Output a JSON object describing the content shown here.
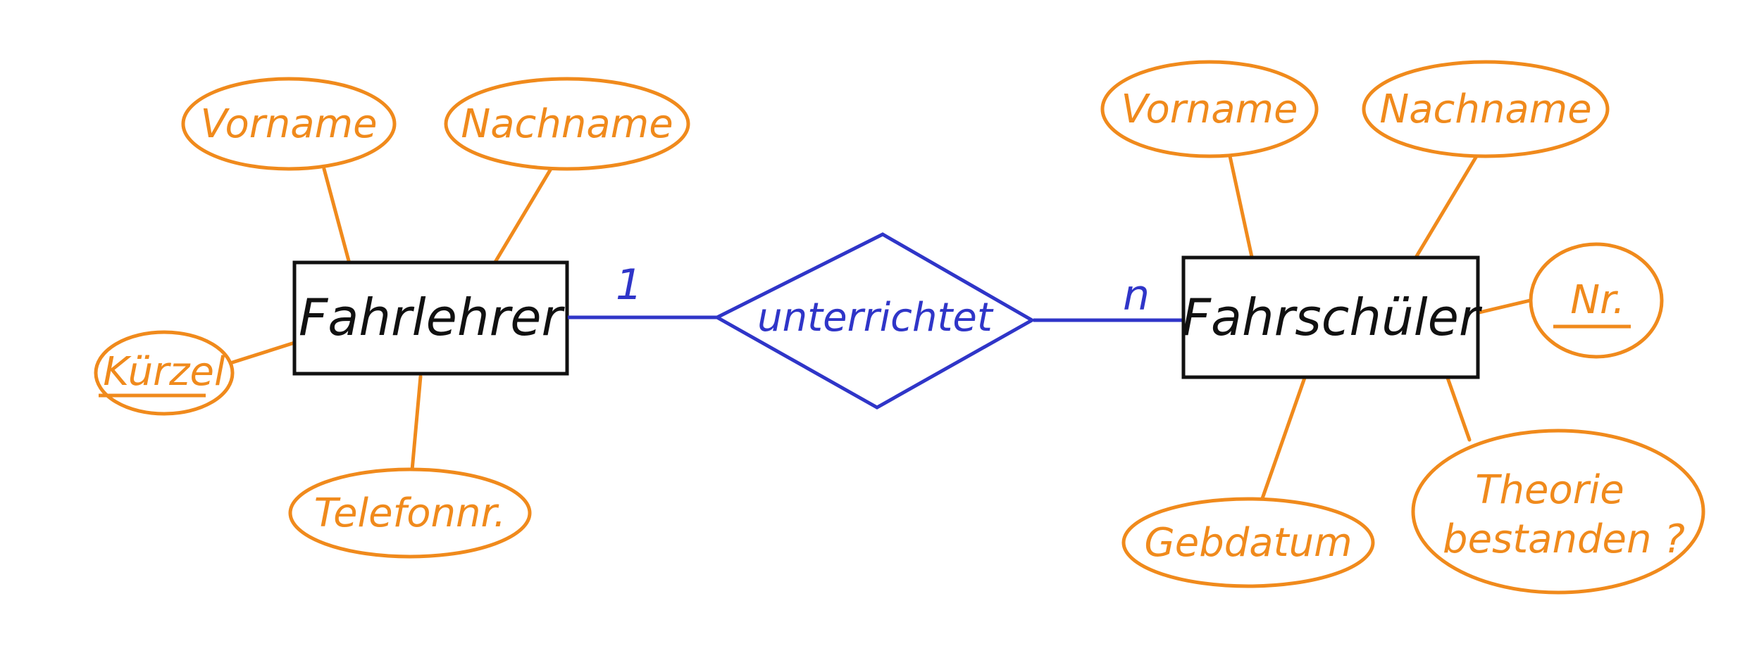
{
  "colors": {
    "attribute": "#f08a1c",
    "entity": "#111111",
    "relationship": "#2f35c8"
  },
  "relationship": {
    "label": "unterrichtet",
    "left_cardinality": "1",
    "right_cardinality": "n"
  },
  "entities": {
    "left": {
      "name": "Fahrlehrer",
      "attributes": {
        "vorname": "Vorname",
        "nachname": "Nachname",
        "kuerzel": "Kürzel",
        "telefon": "Telefonnr."
      },
      "key_attribute": "Kürzel"
    },
    "right": {
      "name": "Fahrschüler",
      "attributes": {
        "vorname": "Vorname",
        "nachname": "Nachname",
        "nr": "Nr.",
        "gebdatum": "Gebdatum",
        "theorie_line1": "Theorie",
        "theorie_line2": "bestanden ?"
      },
      "key_attribute": "Nr."
    }
  }
}
